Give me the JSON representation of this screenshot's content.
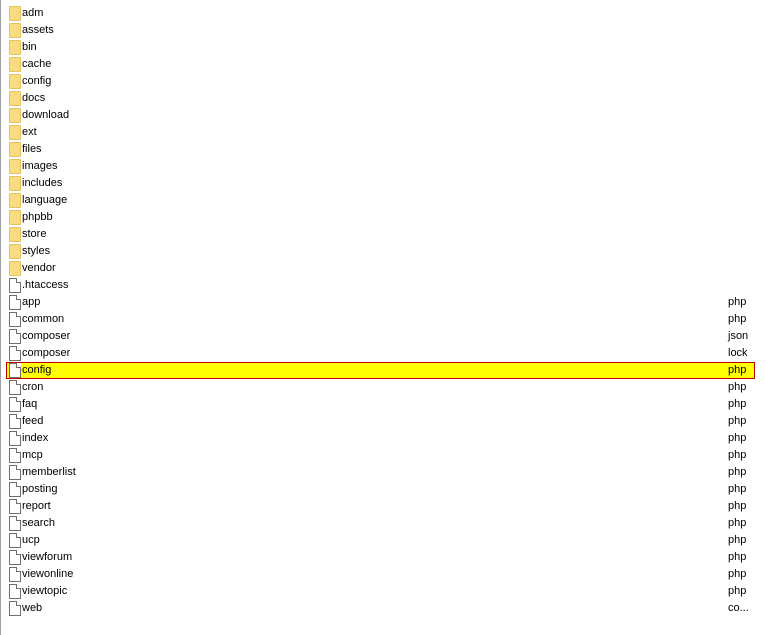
{
  "parent_label": "...",
  "items": [
    {
      "name": "adm",
      "ext": "",
      "kind": "folder",
      "icon": "folder-icon"
    },
    {
      "name": "assets",
      "ext": "",
      "kind": "folder",
      "icon": "folder-icon"
    },
    {
      "name": "bin",
      "ext": "",
      "kind": "folder",
      "icon": "folder-icon"
    },
    {
      "name": "cache",
      "ext": "",
      "kind": "folder",
      "icon": "folder-icon"
    },
    {
      "name": "config",
      "ext": "",
      "kind": "folder",
      "icon": "folder-icon"
    },
    {
      "name": "docs",
      "ext": "",
      "kind": "folder",
      "icon": "folder-icon"
    },
    {
      "name": "download",
      "ext": "",
      "kind": "folder",
      "icon": "folder-icon"
    },
    {
      "name": "ext",
      "ext": "",
      "kind": "folder",
      "icon": "folder-icon"
    },
    {
      "name": "files",
      "ext": "",
      "kind": "folder",
      "icon": "folder-icon"
    },
    {
      "name": "images",
      "ext": "",
      "kind": "folder",
      "icon": "folder-icon"
    },
    {
      "name": "includes",
      "ext": "",
      "kind": "folder",
      "icon": "folder-icon"
    },
    {
      "name": "language",
      "ext": "",
      "kind": "folder",
      "icon": "folder-icon"
    },
    {
      "name": "phpbb",
      "ext": "",
      "kind": "folder",
      "icon": "folder-icon"
    },
    {
      "name": "store",
      "ext": "",
      "kind": "folder",
      "icon": "folder-icon"
    },
    {
      "name": "styles",
      "ext": "",
      "kind": "folder",
      "icon": "folder-icon"
    },
    {
      "name": "vendor",
      "ext": "",
      "kind": "folder",
      "icon": "folder-icon"
    },
    {
      "name": ".htaccess",
      "ext": "",
      "kind": "file",
      "icon": "file-icon"
    },
    {
      "name": "app",
      "ext": "php",
      "kind": "file",
      "icon": "file-icon"
    },
    {
      "name": "common",
      "ext": "php",
      "kind": "file",
      "icon": "file-icon"
    },
    {
      "name": "composer",
      "ext": "json",
      "kind": "file",
      "icon": "file-icon"
    },
    {
      "name": "composer",
      "ext": "lock",
      "kind": "file",
      "icon": "file-icon"
    },
    {
      "name": "config",
      "ext": "php",
      "kind": "file",
      "icon": "file-icon",
      "selected": true
    },
    {
      "name": "cron",
      "ext": "php",
      "kind": "file",
      "icon": "file-icon"
    },
    {
      "name": "faq",
      "ext": "php",
      "kind": "file",
      "icon": "file-icon"
    },
    {
      "name": "feed",
      "ext": "php",
      "kind": "file",
      "icon": "file-icon"
    },
    {
      "name": "index",
      "ext": "php",
      "kind": "file",
      "icon": "file-icon"
    },
    {
      "name": "mcp",
      "ext": "php",
      "kind": "file",
      "icon": "file-icon"
    },
    {
      "name": "memberlist",
      "ext": "php",
      "kind": "file",
      "icon": "file-icon"
    },
    {
      "name": "posting",
      "ext": "php",
      "kind": "file",
      "icon": "file-icon"
    },
    {
      "name": "report",
      "ext": "php",
      "kind": "file",
      "icon": "file-icon"
    },
    {
      "name": "search",
      "ext": "php",
      "kind": "file",
      "icon": "file-icon"
    },
    {
      "name": "ucp",
      "ext": "php",
      "kind": "file",
      "icon": "file-icon"
    },
    {
      "name": "viewforum",
      "ext": "php",
      "kind": "file",
      "icon": "file-icon"
    },
    {
      "name": "viewonline",
      "ext": "php",
      "kind": "file",
      "icon": "file-icon"
    },
    {
      "name": "viewtopic",
      "ext": "php",
      "kind": "file",
      "icon": "file-icon"
    },
    {
      "name": "web",
      "ext": "co...",
      "kind": "file",
      "icon": "file-icon"
    }
  ],
  "colors": {
    "selection_fill": "#ffff00",
    "selection_border": "#c00000",
    "folder_fill": "#f9dc81"
  }
}
